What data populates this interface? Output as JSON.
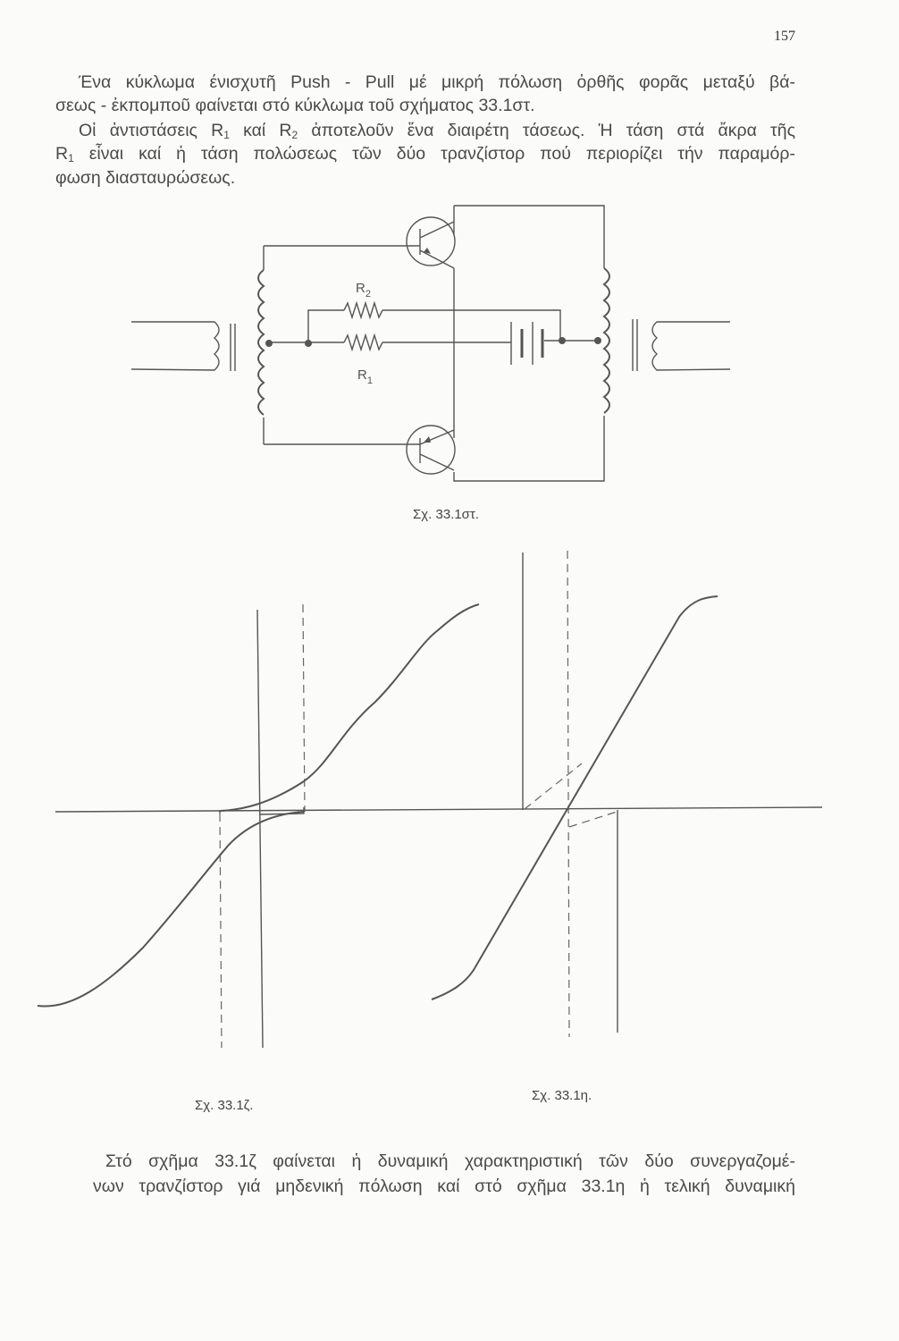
{
  "page_number": "157",
  "paragraph1": [
    "Ένα κύκλωμα ένισχυτῆ Push - Pull μέ μικρή πόλωση ὀρθῆς φορᾶς μεταξύ βά-",
    "σεως - ἐκπομποῦ φαίνεται στό κύκλωμα τοῦ σχήματος 33.1στ."
  ],
  "paragraph2": {
    "l1a": "Οἱ ἀντιστάσεις R",
    "l1b": "1",
    "l1c": " καί R",
    "l1d": "2",
    "l1e": " ἀποτελοῦν ἕνα διαιρέτη τάσεως. Ἡ τάση στά ἄκρα τῆς",
    "l2a": "R",
    "l2b": "1",
    "l2c": " εἶναι καί ἡ τάση πολώσεως τῶν δύο τρανζίστορ πού περιορίζει τήν παραμόρ-",
    "l3": "φωση διασταυρώσεως."
  },
  "circuit": {
    "r2_label": "R",
    "r2_sub": "2",
    "r1_label": "R",
    "r1_sub": "1",
    "caption": "Σχ. 33.1στ."
  },
  "figures": {
    "zeta_caption": "Σχ. 33.1ζ.",
    "eta_caption": "Σχ. 33.1η."
  },
  "paragraph3": [
    "Στό σχῆμα 33.1ζ φαίνεται ἡ δυναμική χαρακτηριστική τῶν δύο συνεργαζομέ-",
    "νων τρανζίστορ γιά μηδενική πόλωση καί στό σχῆμα 33.1η ἡ τελική δυναμική"
  ]
}
